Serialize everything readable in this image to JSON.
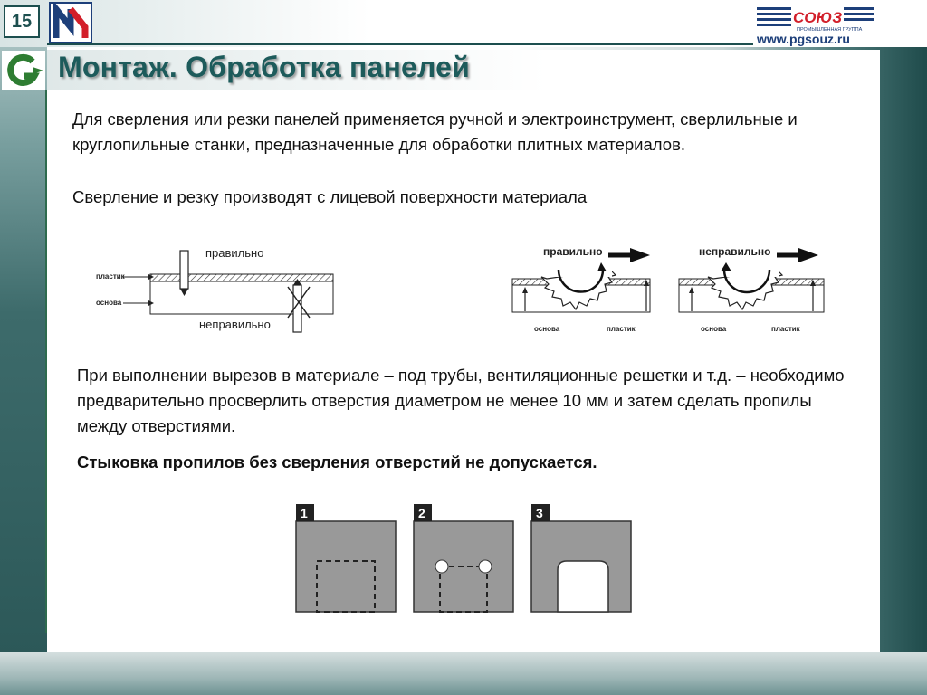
{
  "slide": {
    "number": "15",
    "title": "Монтаж. Обработка панелей"
  },
  "brand": {
    "name": "СОЮЗ",
    "subtitle": "ПРОМЫШЛЕННАЯ ГРУППА",
    "url": "www.pgsouz.ru"
  },
  "content": {
    "para1": "Для сверления или резки панелей  применяется ручной и электроинструмент, сверлильные и круглопильные станки, предназначенные для обработки плитных материалов.",
    "para2": "Сверление и резку производят с лицевой поверхности материала",
    "para3": "При выполнении вырезов в материале – под трубы, вентиляционные решетки и т.д. – необходимо предварительно просверлить отверстия диаметром не менее 10 мм и затем сделать пропилы между отверстиями.",
    "para4": "Стыковка пропилов без сверления отверстий не допускается."
  },
  "diagram_drill": {
    "correct": "правильно",
    "incorrect": "неправильно",
    "label_top": "пластик",
    "label_base": "основа"
  },
  "diagram_saw": {
    "correct": "правильно",
    "incorrect": "неправильно",
    "label_base": "основа",
    "label_plastic": "пластик"
  },
  "steps": [
    "1",
    "2",
    "3"
  ],
  "colors": {
    "title": "#1d5b5b",
    "accent": "#1d4f4f",
    "brand_red": "#d21f2a",
    "brand_blue": "#1d3f7a"
  }
}
